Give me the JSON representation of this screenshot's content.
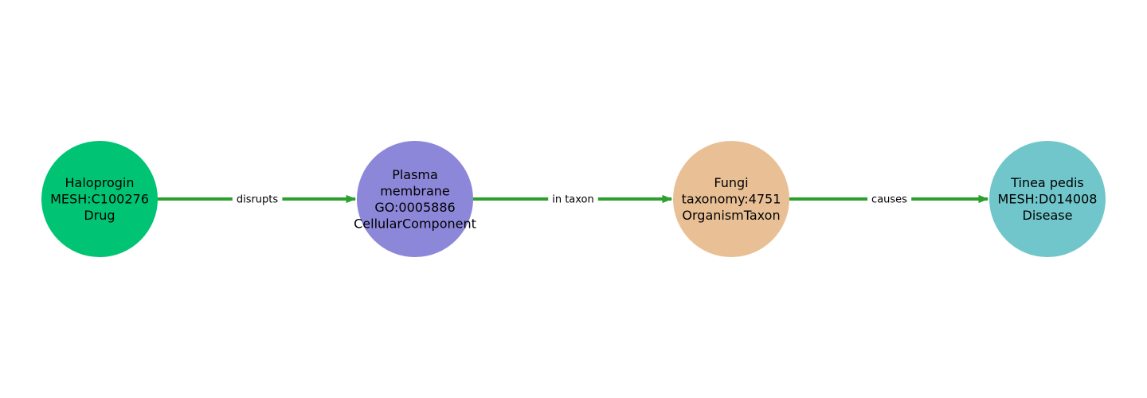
{
  "graph": {
    "edge_color": "#2ca02c",
    "nodes": [
      {
        "id": "haloprogin",
        "lines": [
          "Haloprogin",
          "MESH:C100276",
          "Drug"
        ],
        "color": "#00c474"
      },
      {
        "id": "plasma-membrane",
        "lines": [
          "Plasma",
          "membrane",
          "GO:0005886",
          "CellularComponent"
        ],
        "color": "#8d87d9"
      },
      {
        "id": "fungi",
        "lines": [
          "Fungi",
          "taxonomy:4751",
          "OrganismTaxon"
        ],
        "color": "#e9c096"
      },
      {
        "id": "tinea-pedis",
        "lines": [
          "Tinea pedis",
          "MESH:D014008",
          "Disease"
        ],
        "color": "#70c6ca"
      }
    ],
    "edges": [
      {
        "source": 0,
        "target": 1,
        "label": "disrupts"
      },
      {
        "source": 1,
        "target": 2,
        "label": "in taxon"
      },
      {
        "source": 2,
        "target": 3,
        "label": "causes"
      }
    ]
  }
}
